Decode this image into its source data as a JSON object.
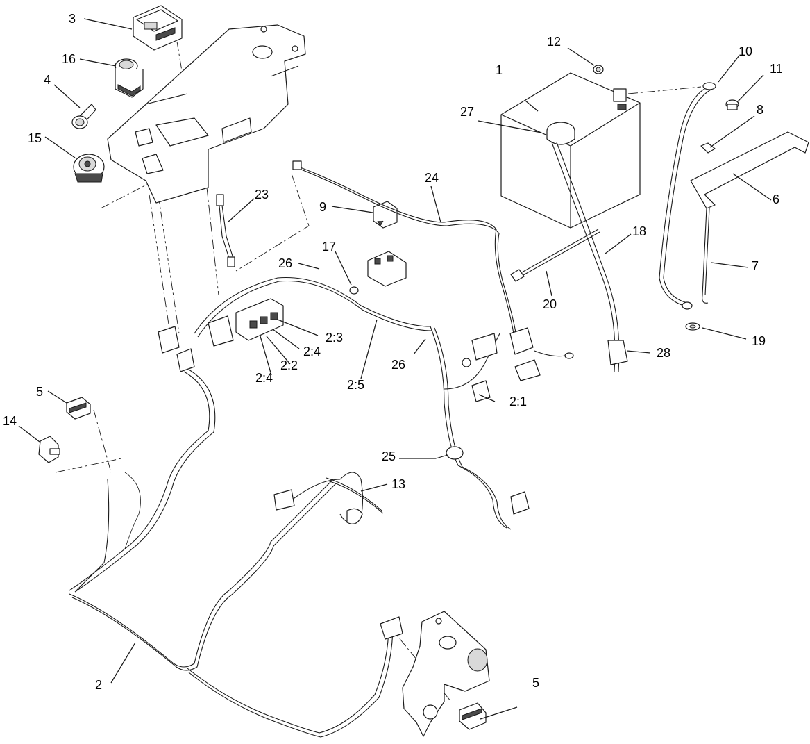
{
  "callouts": [
    {
      "id": "c1",
      "label": "1"
    },
    {
      "id": "c2",
      "label": "2"
    },
    {
      "id": "c3",
      "label": "3"
    },
    {
      "id": "c4",
      "label": "4"
    },
    {
      "id": "c5a",
      "label": "5"
    },
    {
      "id": "c5b",
      "label": "5"
    },
    {
      "id": "c6",
      "label": "6"
    },
    {
      "id": "c7",
      "label": "7"
    },
    {
      "id": "c8",
      "label": "8"
    },
    {
      "id": "c9",
      "label": "9"
    },
    {
      "id": "c10",
      "label": "10"
    },
    {
      "id": "c11",
      "label": "11"
    },
    {
      "id": "c12",
      "label": "12"
    },
    {
      "id": "c13",
      "label": "13"
    },
    {
      "id": "c14",
      "label": "14"
    },
    {
      "id": "c15",
      "label": "15"
    },
    {
      "id": "c16",
      "label": "16"
    },
    {
      "id": "c17",
      "label": "17"
    },
    {
      "id": "c18",
      "label": "18"
    },
    {
      "id": "c19",
      "label": "19"
    },
    {
      "id": "c20",
      "label": "20"
    },
    {
      "id": "c23",
      "label": "23"
    },
    {
      "id": "c24",
      "label": "24"
    },
    {
      "id": "c25",
      "label": "25"
    },
    {
      "id": "c26a",
      "label": "26"
    },
    {
      "id": "c26b",
      "label": "26"
    },
    {
      "id": "c27",
      "label": "27"
    },
    {
      "id": "c28",
      "label": "28"
    },
    {
      "id": "c21",
      "label": "2:1"
    },
    {
      "id": "c22",
      "label": "2:2"
    },
    {
      "id": "c23b",
      "label": "2:3"
    },
    {
      "id": "c24a",
      "label": "2:4"
    },
    {
      "id": "c24b",
      "label": "2:4"
    },
    {
      "id": "c25b",
      "label": "2:5"
    }
  ]
}
